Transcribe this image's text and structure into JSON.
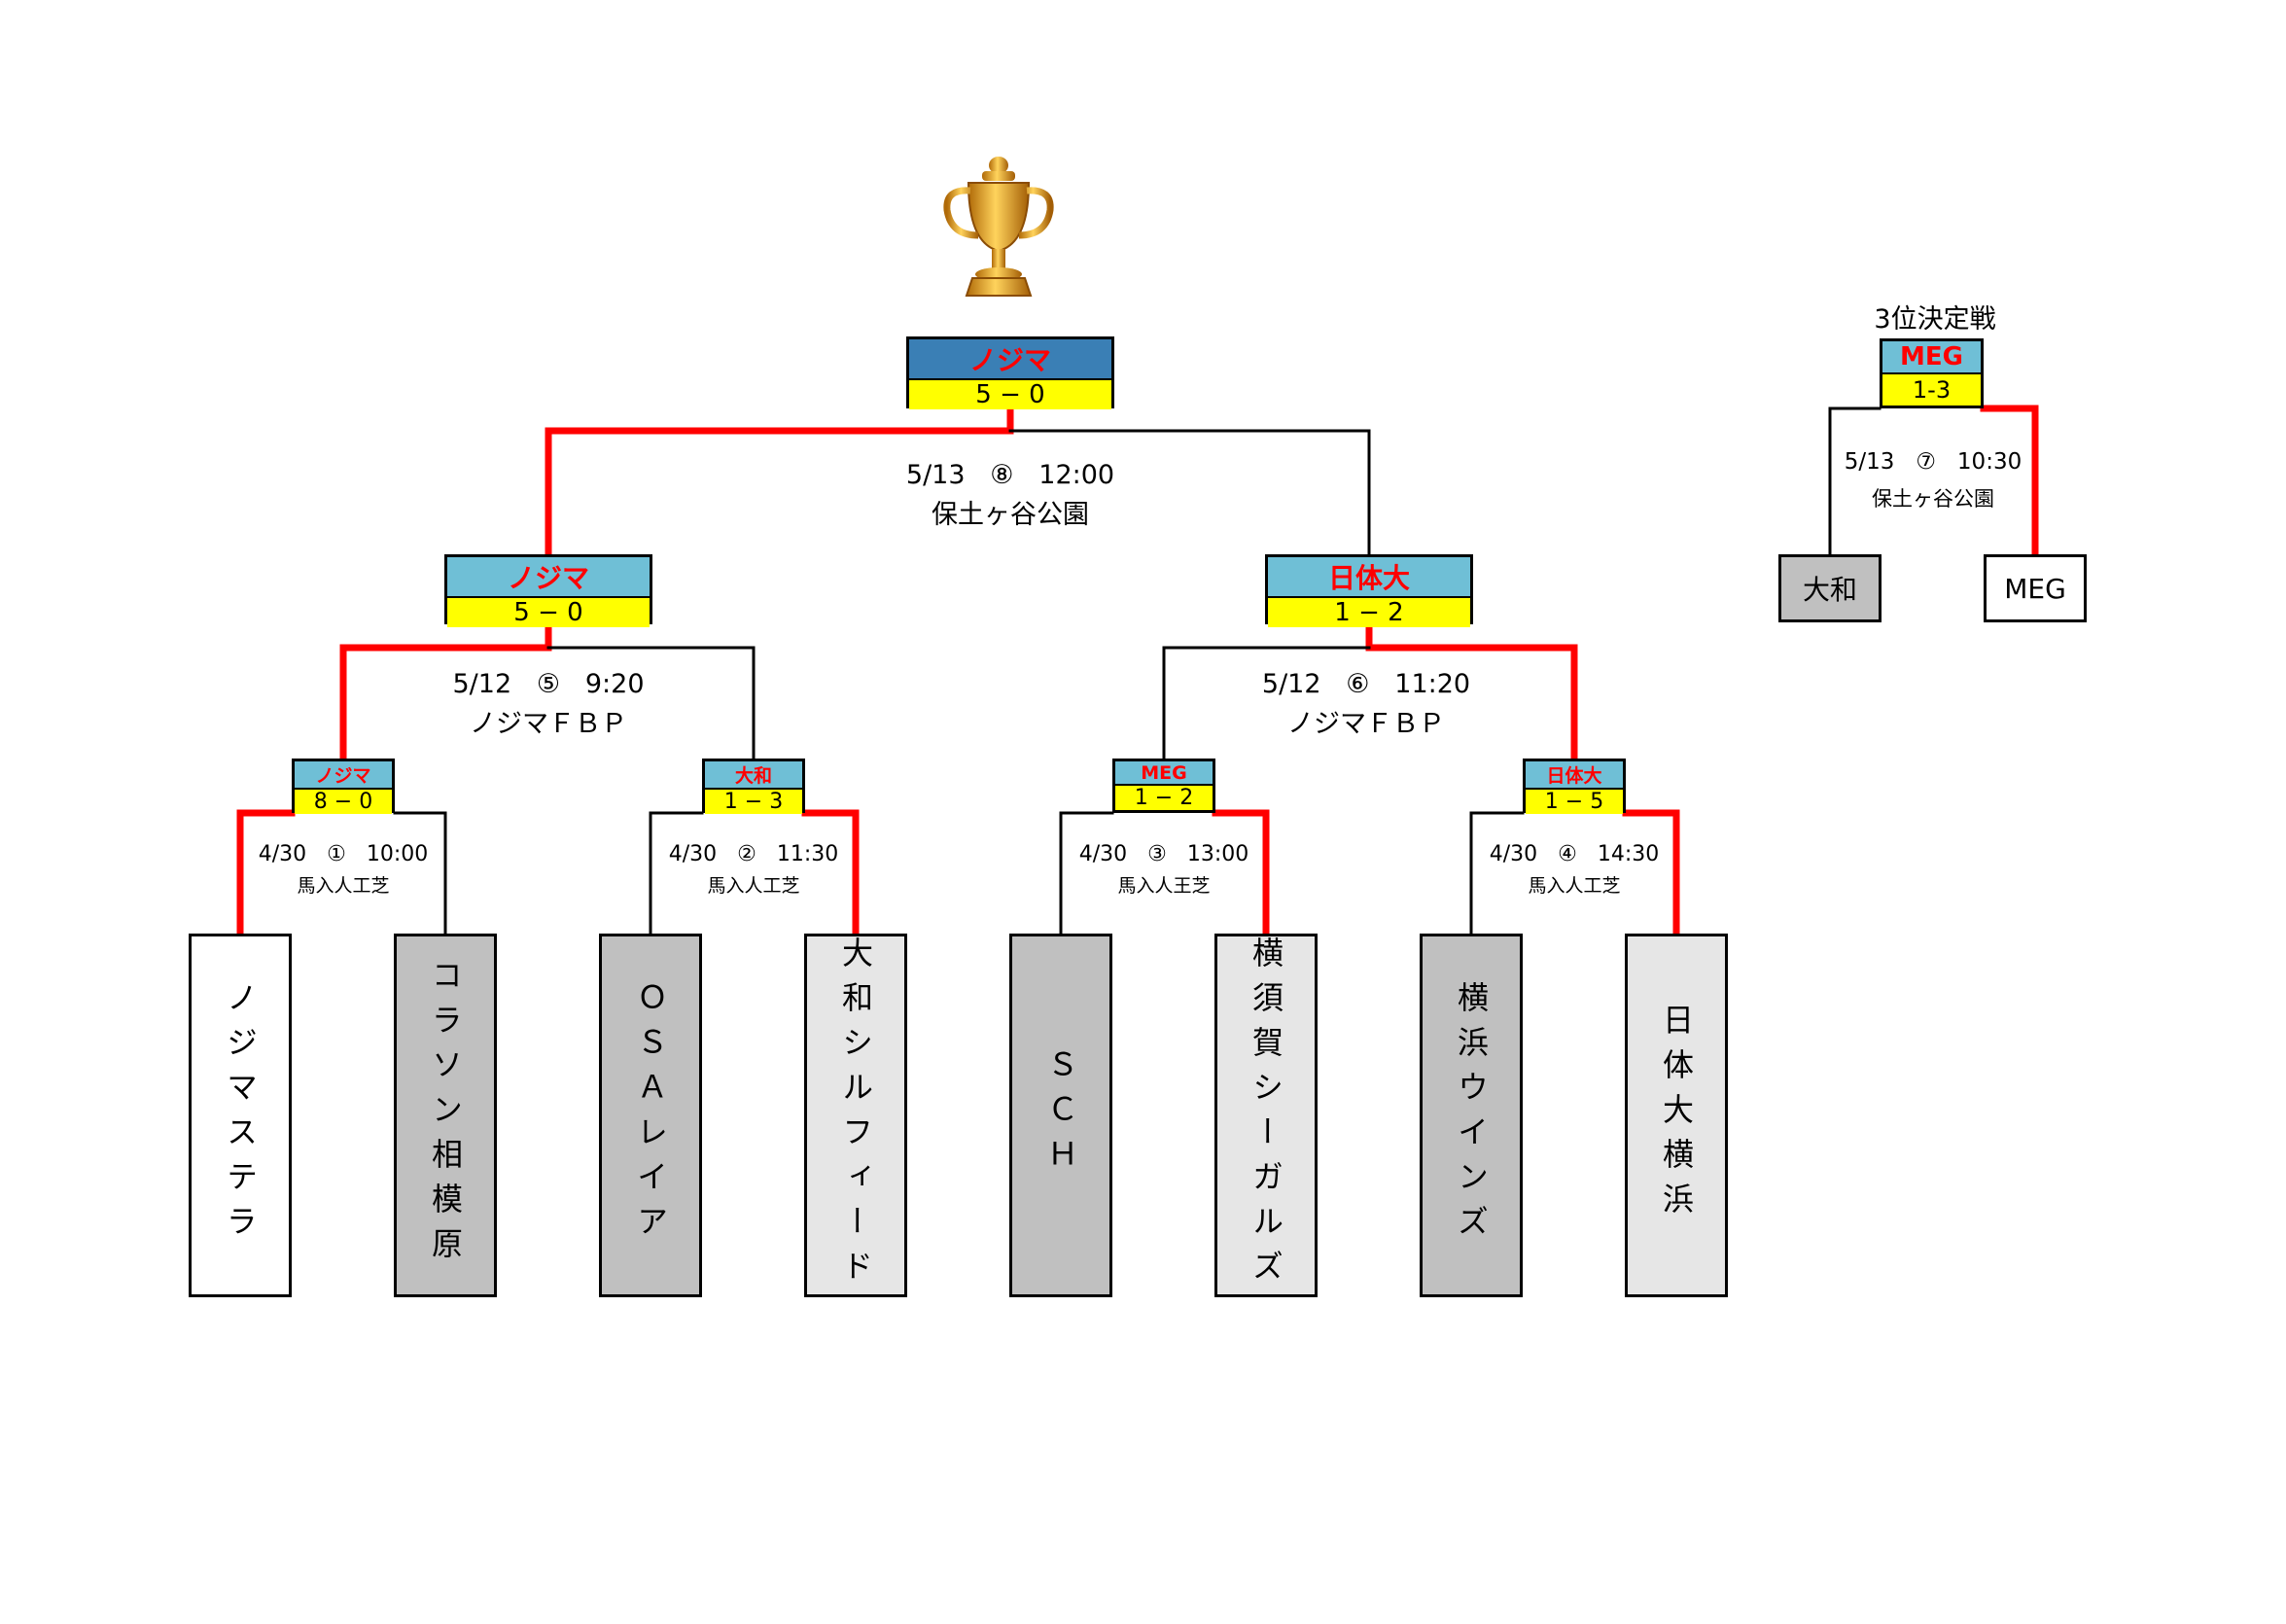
{
  "final": {
    "winner": "ノジマ",
    "score": "5 − 0",
    "date": "5/13",
    "match_no": "⑧",
    "time": "12:00",
    "venue": "保土ヶ谷公園"
  },
  "semis": [
    {
      "winner": "ノジマ",
      "score": "5 − 0",
      "date": "5/12",
      "match_no": "⑤",
      "time": "9:20",
      "venue": "ノジマＦＢＰ"
    },
    {
      "winner": "日体大",
      "score": "1 − 2",
      "date": "5/12",
      "match_no": "⑥",
      "time": "11:20",
      "venue": "ノジマＦＢＰ"
    }
  ],
  "quarters": [
    {
      "winner": "ノジマ",
      "score": "8 − 0",
      "date": "4/30",
      "match_no": "①",
      "time": "10:00",
      "venue": "馬入人工芝"
    },
    {
      "winner": "大和",
      "score": "1 − 3",
      "date": "4/30",
      "match_no": "②",
      "time": "11:30",
      "venue": "馬入人工芝"
    },
    {
      "winner": "MEG",
      "score": "1 − 2",
      "date": "4/30",
      "match_no": "③",
      "time": "13:00",
      "venue": "馬入人王芝"
    },
    {
      "winner": "日体大",
      "score": "1 − 5",
      "date": "4/30",
      "match_no": "④",
      "time": "14:30",
      "venue": "馬入人工芝"
    }
  ],
  "teams": [
    {
      "name": "ノジマステラ",
      "fill": "#ffffff"
    },
    {
      "name": "コラソン相模原",
      "fill": "#c0c0c0"
    },
    {
      "name": "ＯＳＡレイア",
      "fill": "#c0c0c0"
    },
    {
      "name": "大和シルフィード",
      "fill": "#e6e6e6"
    },
    {
      "name": "ＳＣＨ",
      "fill": "#c0c0c0"
    },
    {
      "name": "横須賀シーガルズ",
      "fill": "#e6e6e6"
    },
    {
      "name": "横浜ウインズ",
      "fill": "#c0c0c0"
    },
    {
      "name": "日体大横浜",
      "fill": "#e6e6e6"
    }
  ],
  "third_place": {
    "title": "3位決定戦",
    "winner": "MEG",
    "score": "1-3",
    "date": "5/13",
    "match_no": "⑦",
    "time": "10:30",
    "venue": "保土ヶ谷公園",
    "team_left": "大和",
    "team_right": "MEG"
  },
  "colors": {
    "win_line": "#ff0000",
    "line": "#000000",
    "header_final": "#3a7fb5",
    "header": "#6fbfd6",
    "score_bg": "#ffff00",
    "winner_text": "#ff0000"
  },
  "icon": "trophy-icon"
}
